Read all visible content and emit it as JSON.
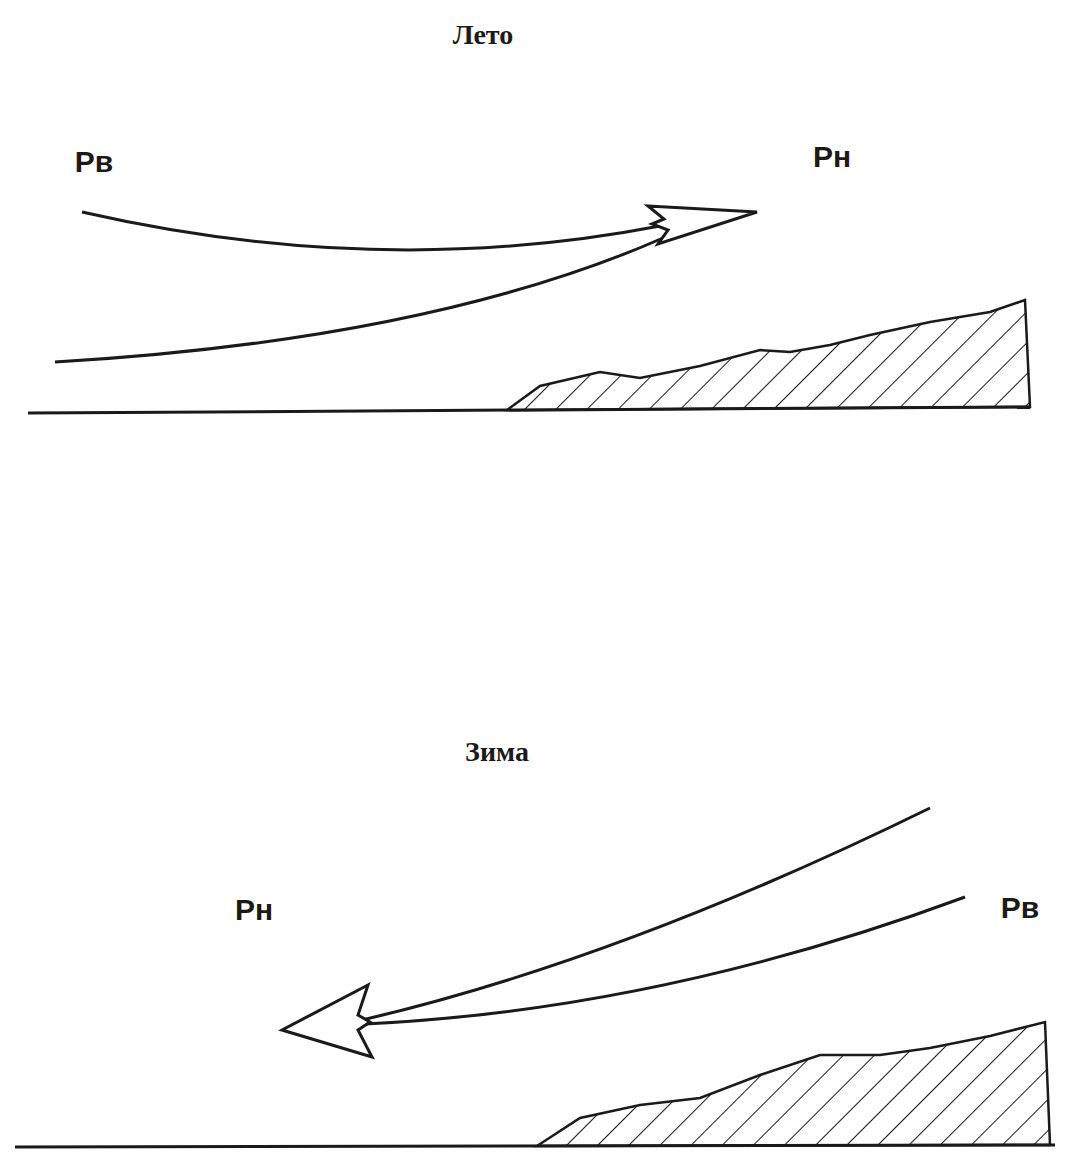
{
  "diagram": {
    "labels": [
      "Лето",
      "Рв",
      "Рн",
      "Зима",
      "Рн",
      "Рв"
    ]
  }
}
